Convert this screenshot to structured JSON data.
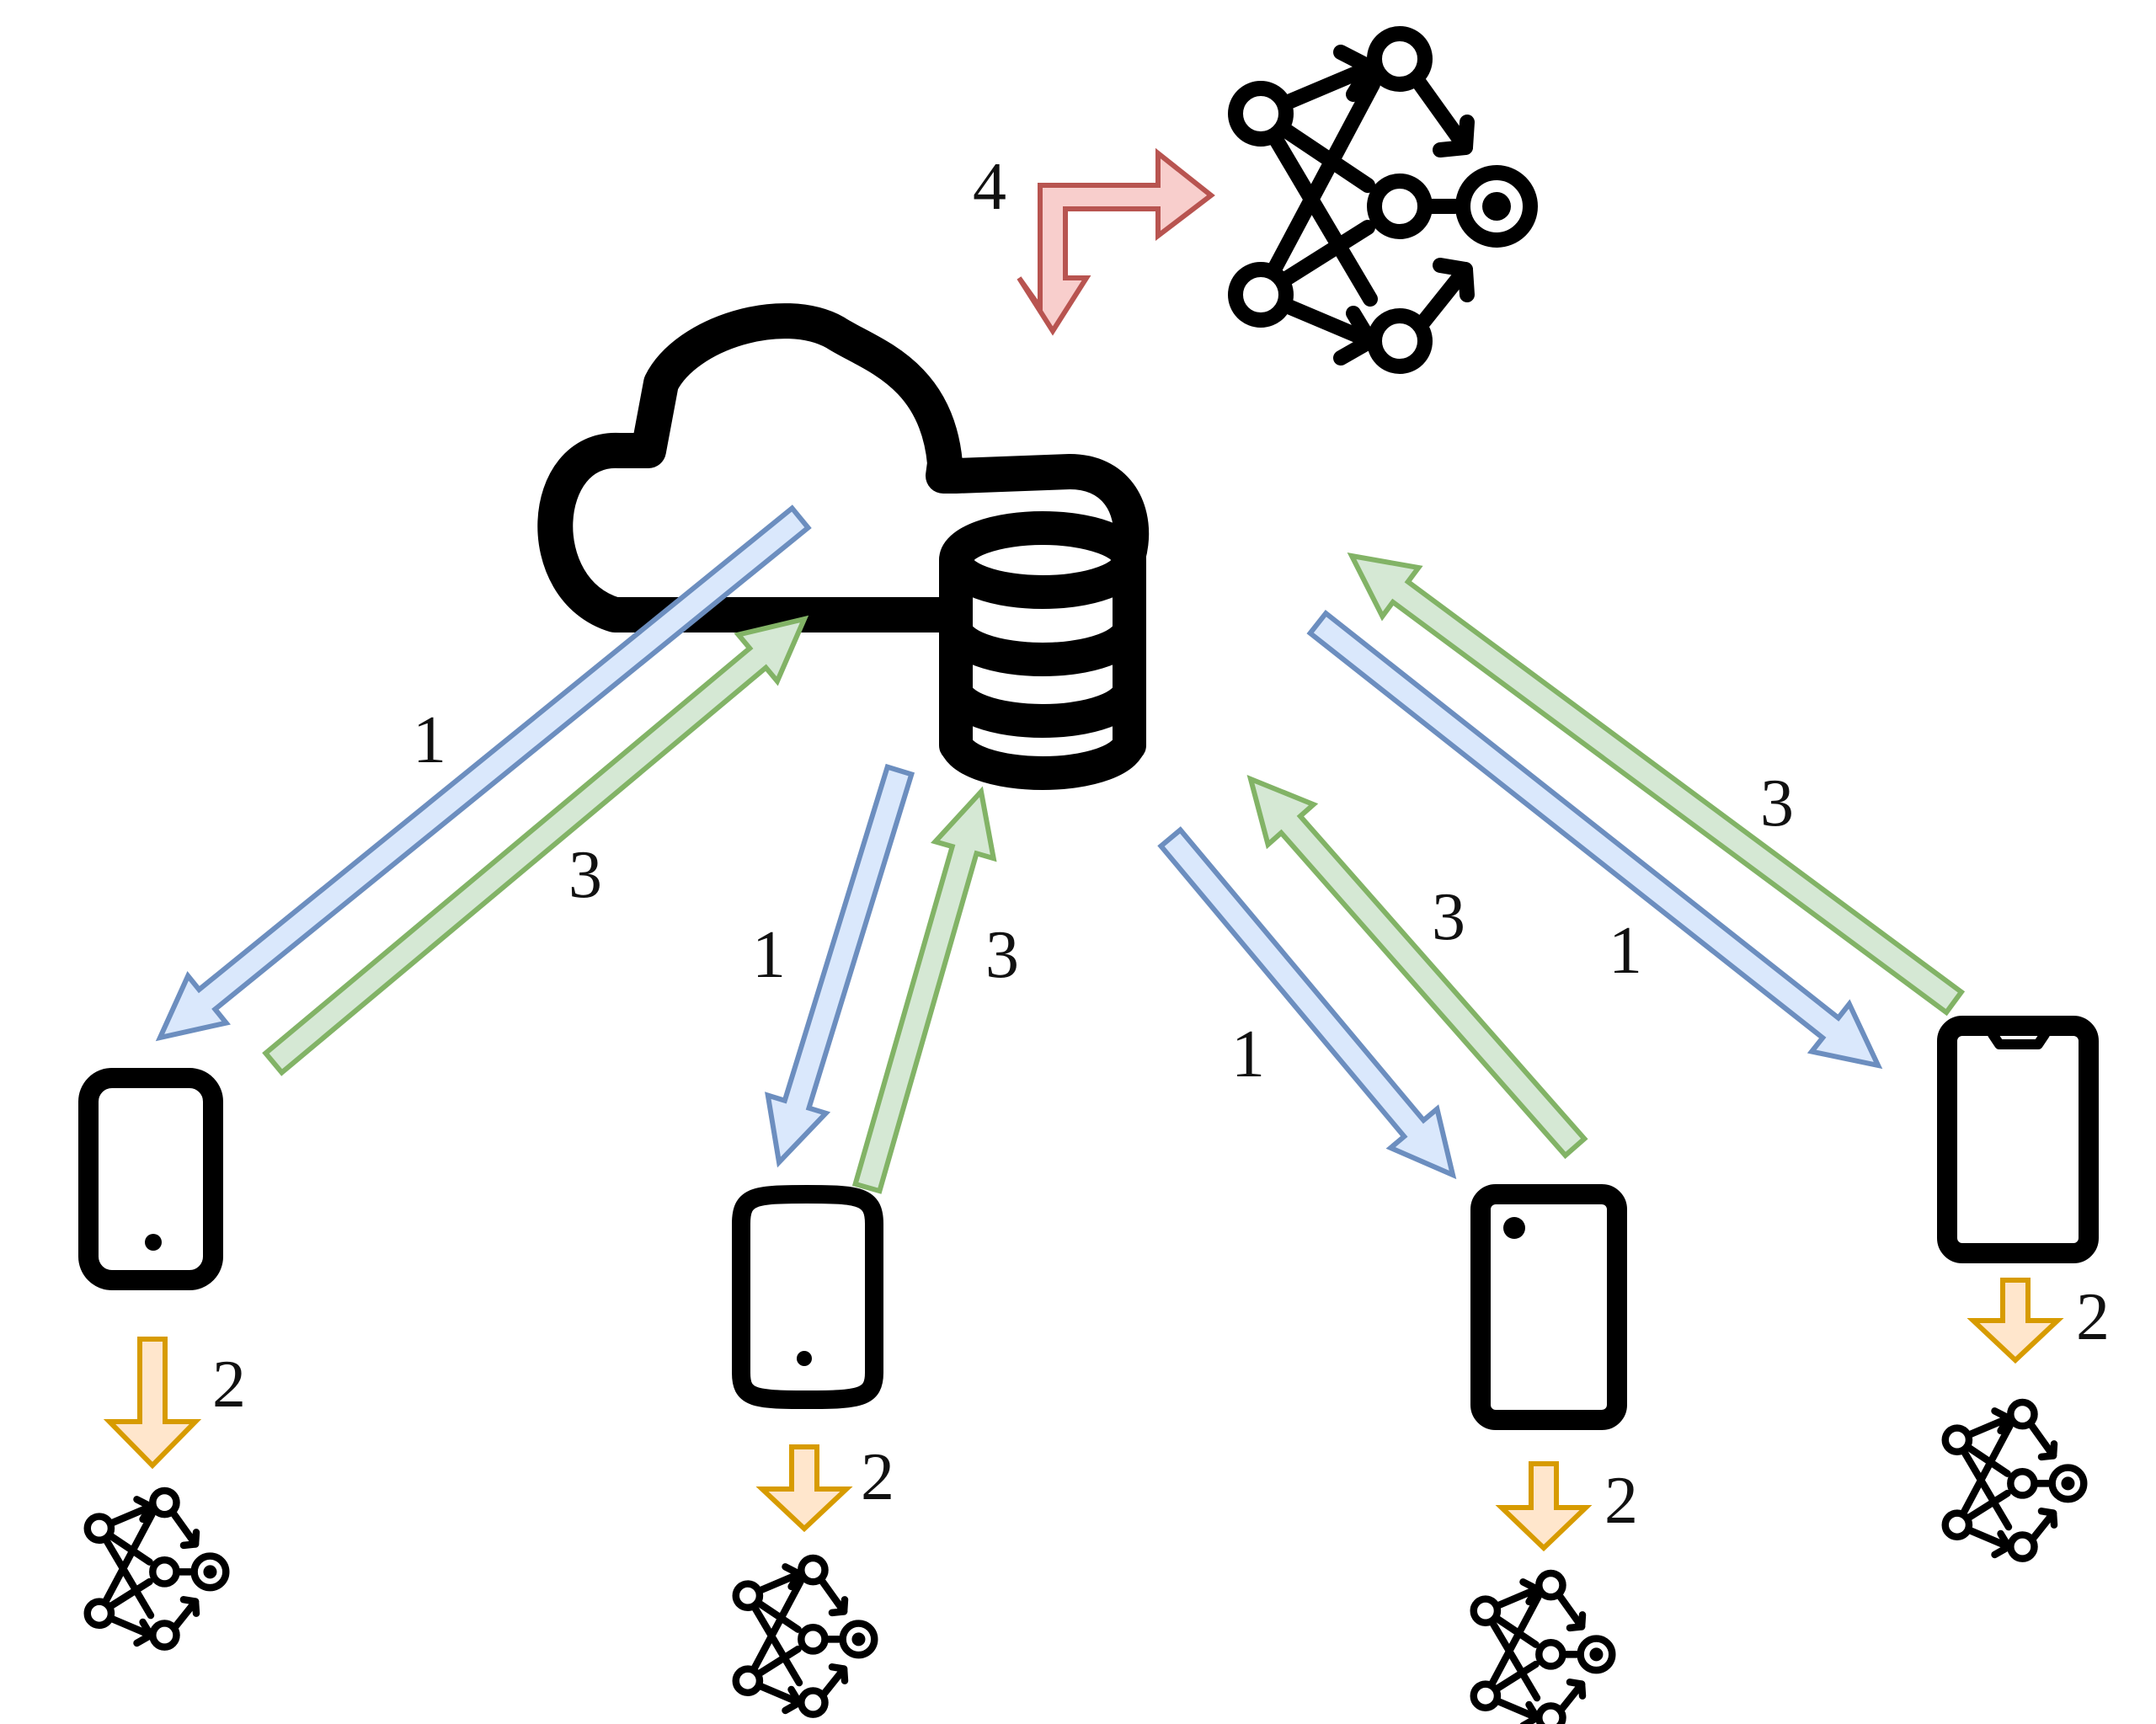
{
  "colors": {
    "broadcast_fill": "#dae8fc",
    "broadcast_stroke": "#6c8ebf",
    "upload_fill": "#d5e8d4",
    "upload_stroke": "#82b366",
    "train_fill": "#ffe6cc",
    "train_stroke": "#d79b00",
    "aggregate_fill": "#f8cecc",
    "aggregate_stroke": "#b85450"
  },
  "icons": [
    "cloud-database-icon",
    "neural-network-icon",
    "tablet-icon",
    "phone-icon"
  ],
  "labels": {
    "step4": "4",
    "c1_down": "1",
    "c1_up": "3",
    "c1_train": "2",
    "c2_down": "1",
    "c2_up": "3",
    "c2_train": "2",
    "c3_down": "1",
    "c3_up": "3",
    "c3_train": "2",
    "c4_down": "1",
    "c4_up": "3",
    "c4_train": "2"
  }
}
